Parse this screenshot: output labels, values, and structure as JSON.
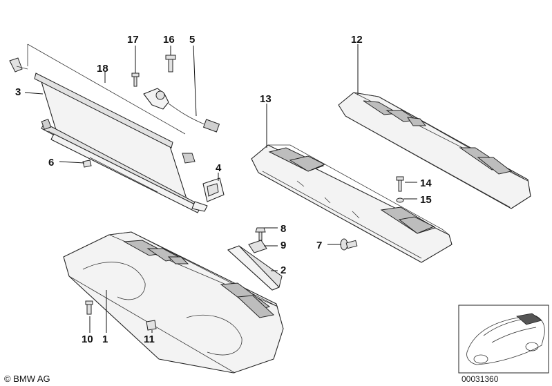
{
  "callouts": {
    "c1": "1",
    "c2": "2",
    "c3": "3",
    "c4": "4",
    "c5": "5",
    "c6": "6",
    "c7": "7",
    "c8": "8",
    "c9": "9",
    "c10": "10",
    "c11": "11",
    "c12": "12",
    "c13": "13",
    "c14": "14",
    "c15": "15",
    "c16": "16",
    "c17": "17",
    "c18": "18"
  },
  "footer": {
    "copyright": "© BMW AG",
    "doc_number": "00031360"
  },
  "colors": {
    "line": "#222222",
    "part_fill": "#f3f3f3",
    "vent_fill": "#bdbdbd"
  }
}
